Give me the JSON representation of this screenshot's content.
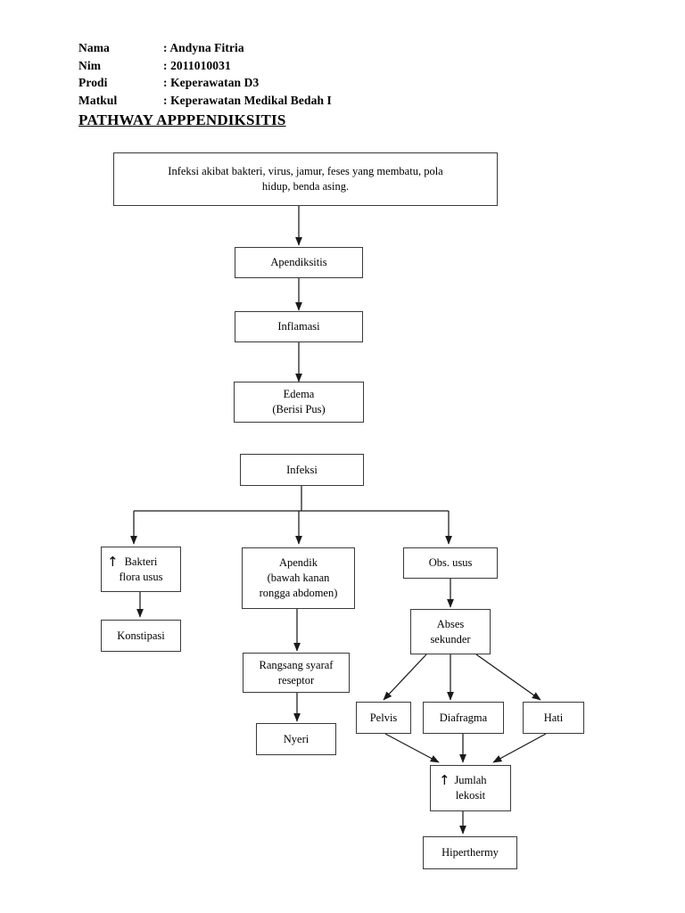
{
  "header": {
    "rows": [
      {
        "label": "Nama",
        "value": ": Andyna Fitria"
      },
      {
        "label": "Nim",
        "value": ": 2011010031"
      },
      {
        "label": "Prodi",
        "value": ": Keperawatan D3"
      },
      {
        "label": "Matkul",
        "value": ": Keperawatan Medikal Bedah I"
      }
    ],
    "title": "PATHWAY APPPENDIKSITIS"
  },
  "diagram": {
    "type": "flowchart",
    "orientation": "top-down",
    "line_color": "#3a3a3a",
    "background": "#ffffff",
    "nodes": [
      {
        "id": "cause",
        "label": "Infeksi akibat bakteri, virus, jamur, feses yang membatu, pola\nhidup, benda asing."
      },
      {
        "id": "apendiksitis",
        "label": "Apendiksitis"
      },
      {
        "id": "inflamasi",
        "label": "Inflamasi"
      },
      {
        "id": "edema",
        "label": "Edema\n(Berisi Pus)"
      },
      {
        "id": "infeksi",
        "label": "Infeksi"
      },
      {
        "id": "bakteri",
        "label": "Bakteri\nflora usus",
        "prefix_icon": "up-arrow"
      },
      {
        "id": "apendik",
        "label": "Apendik\n(bawah kanan\nrongga abdomen)"
      },
      {
        "id": "obs_usus",
        "label": "Obs. usus"
      },
      {
        "id": "konstipasi",
        "label": "Konstipasi"
      },
      {
        "id": "rangsang",
        "label": "Rangsang syaraf\nreseptor"
      },
      {
        "id": "nyeri",
        "label": "Nyeri"
      },
      {
        "id": "abses",
        "label": "Abses\nsekunder"
      },
      {
        "id": "pelvis",
        "label": "Pelvis"
      },
      {
        "id": "diafragma",
        "label": "Diafragma"
      },
      {
        "id": "hati",
        "label": "Hati"
      },
      {
        "id": "lekosit",
        "label": "Jumlah\nlekosit",
        "prefix_icon": "up-arrow"
      },
      {
        "id": "hiperthermy",
        "label": "Hiperthermy"
      }
    ],
    "edges": [
      {
        "from": "cause",
        "to": "apendiksitis"
      },
      {
        "from": "apendiksitis",
        "to": "inflamasi"
      },
      {
        "from": "inflamasi",
        "to": "edema"
      },
      {
        "from": "infeksi",
        "to": "bakteri"
      },
      {
        "from": "infeksi",
        "to": "apendik"
      },
      {
        "from": "infeksi",
        "to": "obs_usus"
      },
      {
        "from": "bakteri",
        "to": "konstipasi"
      },
      {
        "from": "apendik",
        "to": "rangsang"
      },
      {
        "from": "rangsang",
        "to": "nyeri"
      },
      {
        "from": "obs_usus",
        "to": "abses"
      },
      {
        "from": "abses",
        "to": "pelvis"
      },
      {
        "from": "abses",
        "to": "diafragma"
      },
      {
        "from": "abses",
        "to": "hati"
      },
      {
        "from": "pelvis",
        "to": "lekosit"
      },
      {
        "from": "diafragma",
        "to": "lekosit"
      },
      {
        "from": "hati",
        "to": "lekosit"
      },
      {
        "from": "lekosit",
        "to": "hiperthermy"
      }
    ]
  }
}
